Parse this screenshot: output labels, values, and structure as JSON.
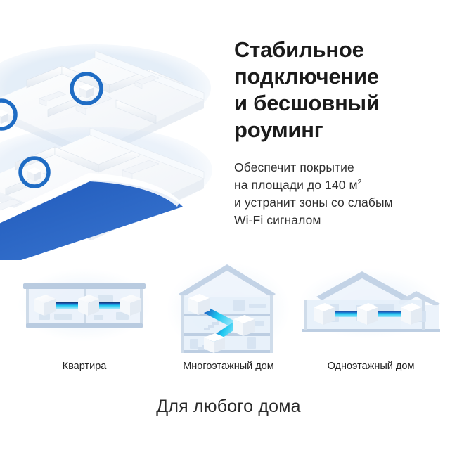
{
  "hero": {
    "headline": "Стабильное подключение и бесшовный роуминг",
    "headline_lines": [
      "Стабильное",
      "подключение",
      "и бесшовный",
      "роуминг"
    ],
    "subcopy_lines": [
      "Обеспечит покрытие",
      "и устранит зоны со слабым",
      "Wi-Fi сигналом"
    ],
    "area_line_prefix": "на площади до 140 м",
    "area_superscript": "2",
    "illustration_name": "two-floor-house-mesh-coverage"
  },
  "home_types": {
    "items": [
      {
        "caption": "Квартира",
        "icon": "apartment-icon"
      },
      {
        "caption": "Многоэтажный дом",
        "icon": "multistory-house-icon"
      },
      {
        "caption": "Одноэтажный дом",
        "icon": "single-story-house-icon"
      }
    ]
  },
  "footer": {
    "title": "Для любого дома"
  },
  "colors": {
    "brand_blue": "#2a62c0",
    "node_ring_blue": "#1f6cc4",
    "beam_cyan": "#1ec8f0",
    "beam_dark": "#10366f",
    "coverage_blue": "#cfe0f2",
    "text_dark": "#1b1b1b",
    "text_body": "#2f2f2f",
    "background": "#ffffff"
  }
}
